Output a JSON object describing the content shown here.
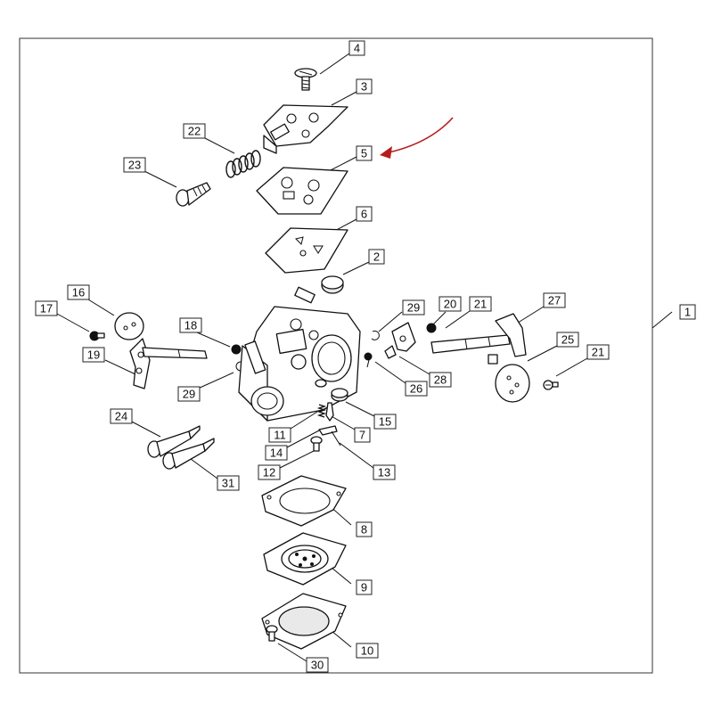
{
  "callouts": [
    "1",
    "2",
    "3",
    "4",
    "5",
    "6",
    "7",
    "8",
    "9",
    "10",
    "11",
    "12",
    "13",
    "14",
    "15",
    "16",
    "17",
    "18",
    "19",
    "20",
    "21",
    "22",
    "23",
    "24",
    "25",
    "26",
    "27",
    "28",
    "29",
    "30",
    "31"
  ],
  "colors": {
    "highlight_arrow": "#b71c1c"
  }
}
